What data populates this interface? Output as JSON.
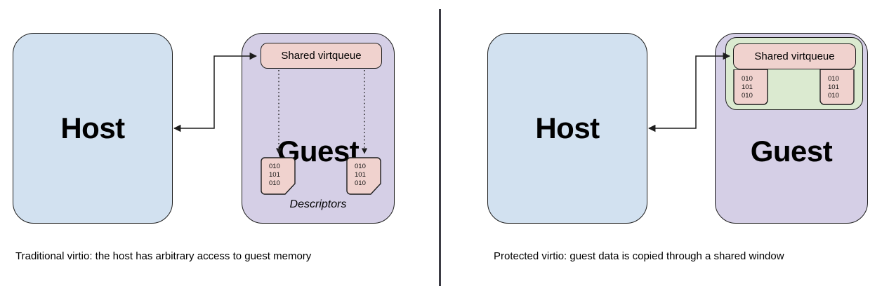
{
  "figure": {
    "title": "",
    "type": "two-panel comparison diagram"
  },
  "panels": [
    {
      "id": "traditional",
      "caption": "Traditional virtio: the host has arbitrary access to guest memory",
      "host": {
        "label": "Host",
        "fill": "#d2e1f0"
      },
      "guest": {
        "label": "Guest",
        "fill": "#d5cfe6"
      },
      "virtqueue": {
        "label": "Shared virtqueue",
        "fill": "#f0d2ce"
      },
      "descriptors_caption": "Descriptors",
      "descriptors": [
        {
          "lines": [
            "010",
            "101",
            "010"
          ]
        },
        {
          "lines": [
            "010",
            "101",
            "010"
          ]
        }
      ],
      "connector": {
        "kind": "double-arrow-elbow",
        "from": "Host",
        "to": "Shared virtqueue"
      }
    },
    {
      "id": "protected",
      "caption": "Protected virtio: guest data is copied through a shared window",
      "host": {
        "label": "Host",
        "fill": "#d2e1f0"
      },
      "guest": {
        "label": "Guest",
        "fill": "#d5cfe6"
      },
      "shared_window": {
        "label": "",
        "fill": "#dbead0"
      },
      "virtqueue": {
        "label": "Shared virtqueue",
        "fill": "#f0d2ce"
      },
      "descriptors": [
        {
          "lines": [
            "010",
            "101",
            "010"
          ]
        },
        {
          "lines": [
            "010",
            "101",
            "010"
          ]
        }
      ],
      "connector": {
        "kind": "double-arrow-elbow",
        "from": "Host",
        "to": "Shared virtqueue"
      }
    }
  ],
  "divider": {
    "color": "#3b3b44"
  },
  "colors": {
    "host": "#d2e1f0",
    "guest": "#d5cfe6",
    "virtqueue": "#f0d2ce",
    "shared_window": "#dbead0",
    "stroke": "#1d1d1d"
  }
}
